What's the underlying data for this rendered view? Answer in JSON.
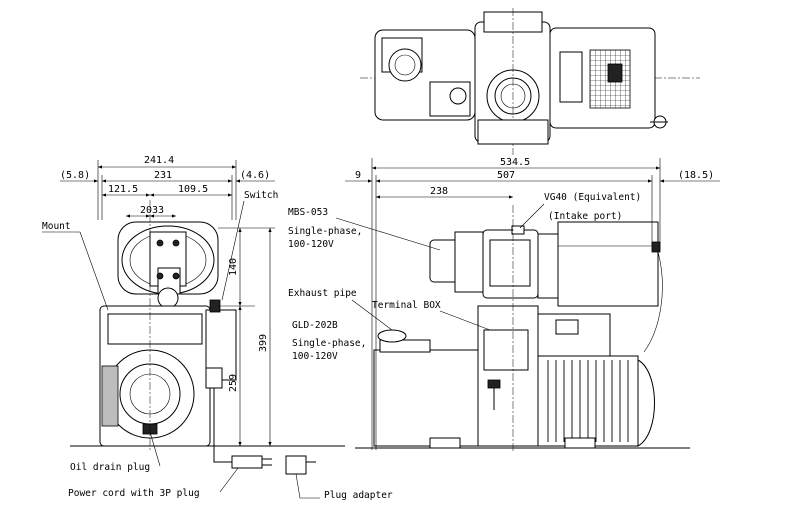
{
  "dimensions": {
    "front_overall_width": "241.4",
    "front_body_width": "231",
    "front_left_offset": "(5.8)",
    "front_right_offset": "(4.6)",
    "front_half_left": "121.5",
    "front_half_right": "109.5",
    "front_small_pair": "2033",
    "front_upper_height": "140",
    "front_total_height": "399",
    "front_lower_height": "259",
    "side_overall_length": "534.5",
    "side_body_length": "507",
    "side_left_offset": "9",
    "side_right_offset": "(18.5)",
    "side_intake_distance": "238"
  },
  "labels": {
    "switch": "Switch",
    "mount": "Mount",
    "gauge_model": "MBS-053",
    "gauge_power_1": "Single-phase,",
    "gauge_power_2": "100-120V",
    "exhaust_pipe": "Exhaust pipe",
    "terminal_box": "Terminal BOX",
    "pump_model": "GLD-202B",
    "pump_power_1": "Single-phase,",
    "pump_power_2": "100-120V",
    "intake_flange": "VG40 (Equivalent)",
    "intake_port": "(Intake port)",
    "oil_drain_plug": "Oil drain plug",
    "power_cord": "Power cord with 3P plug",
    "plug_adapter": "Plug adapter"
  },
  "colors": {
    "line": "#000000",
    "body_fill": "#ffffff",
    "dark_part": "#222222",
    "grey_part": "#bdbdbd"
  }
}
